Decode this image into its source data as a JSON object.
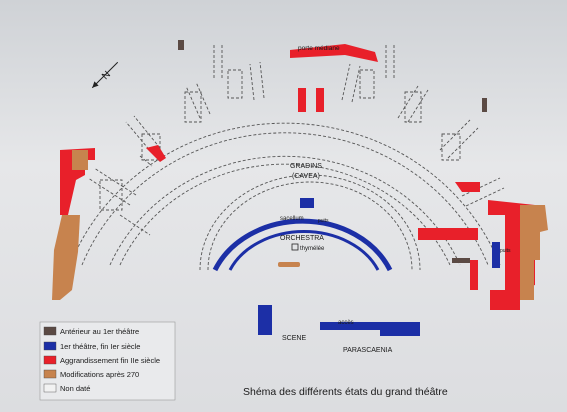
{
  "diagram": {
    "caption": "Shéma des différents états du grand théâtre",
    "labels": {
      "porte_mediane": "porte médiane",
      "gradins": "GRADINS",
      "cavea": "(CAVEA)",
      "orchestra": "ORCHESTRA",
      "thymelee": "thymélée",
      "sacellum": "sacellum",
      "puits_inner": "puits",
      "puits_right": "puits",
      "acces": "accès",
      "scene": "SCENE",
      "parascaenia": "PARASCAENIA",
      "north": "N"
    },
    "legend": [
      {
        "label": "Antérieur au 1er théâtre",
        "color": "#5b4a44"
      },
      {
        "label": "1er théâtre, fin Ier siècle",
        "color": "#1c2fa6"
      },
      {
        "label": "Aggrandissement fin IIe siècle",
        "color": "#e8202a"
      },
      {
        "label": "Modifications après 270",
        "color": "#c7834e"
      },
      {
        "label": "Non daté",
        "color": "#f2f2f2"
      }
    ],
    "colors": {
      "anterior": "#5b4a44",
      "first": "#1c2fa6",
      "enlarged": "#e8202a",
      "modified": "#c7834e",
      "undated": "#f2f2f2"
    }
  }
}
